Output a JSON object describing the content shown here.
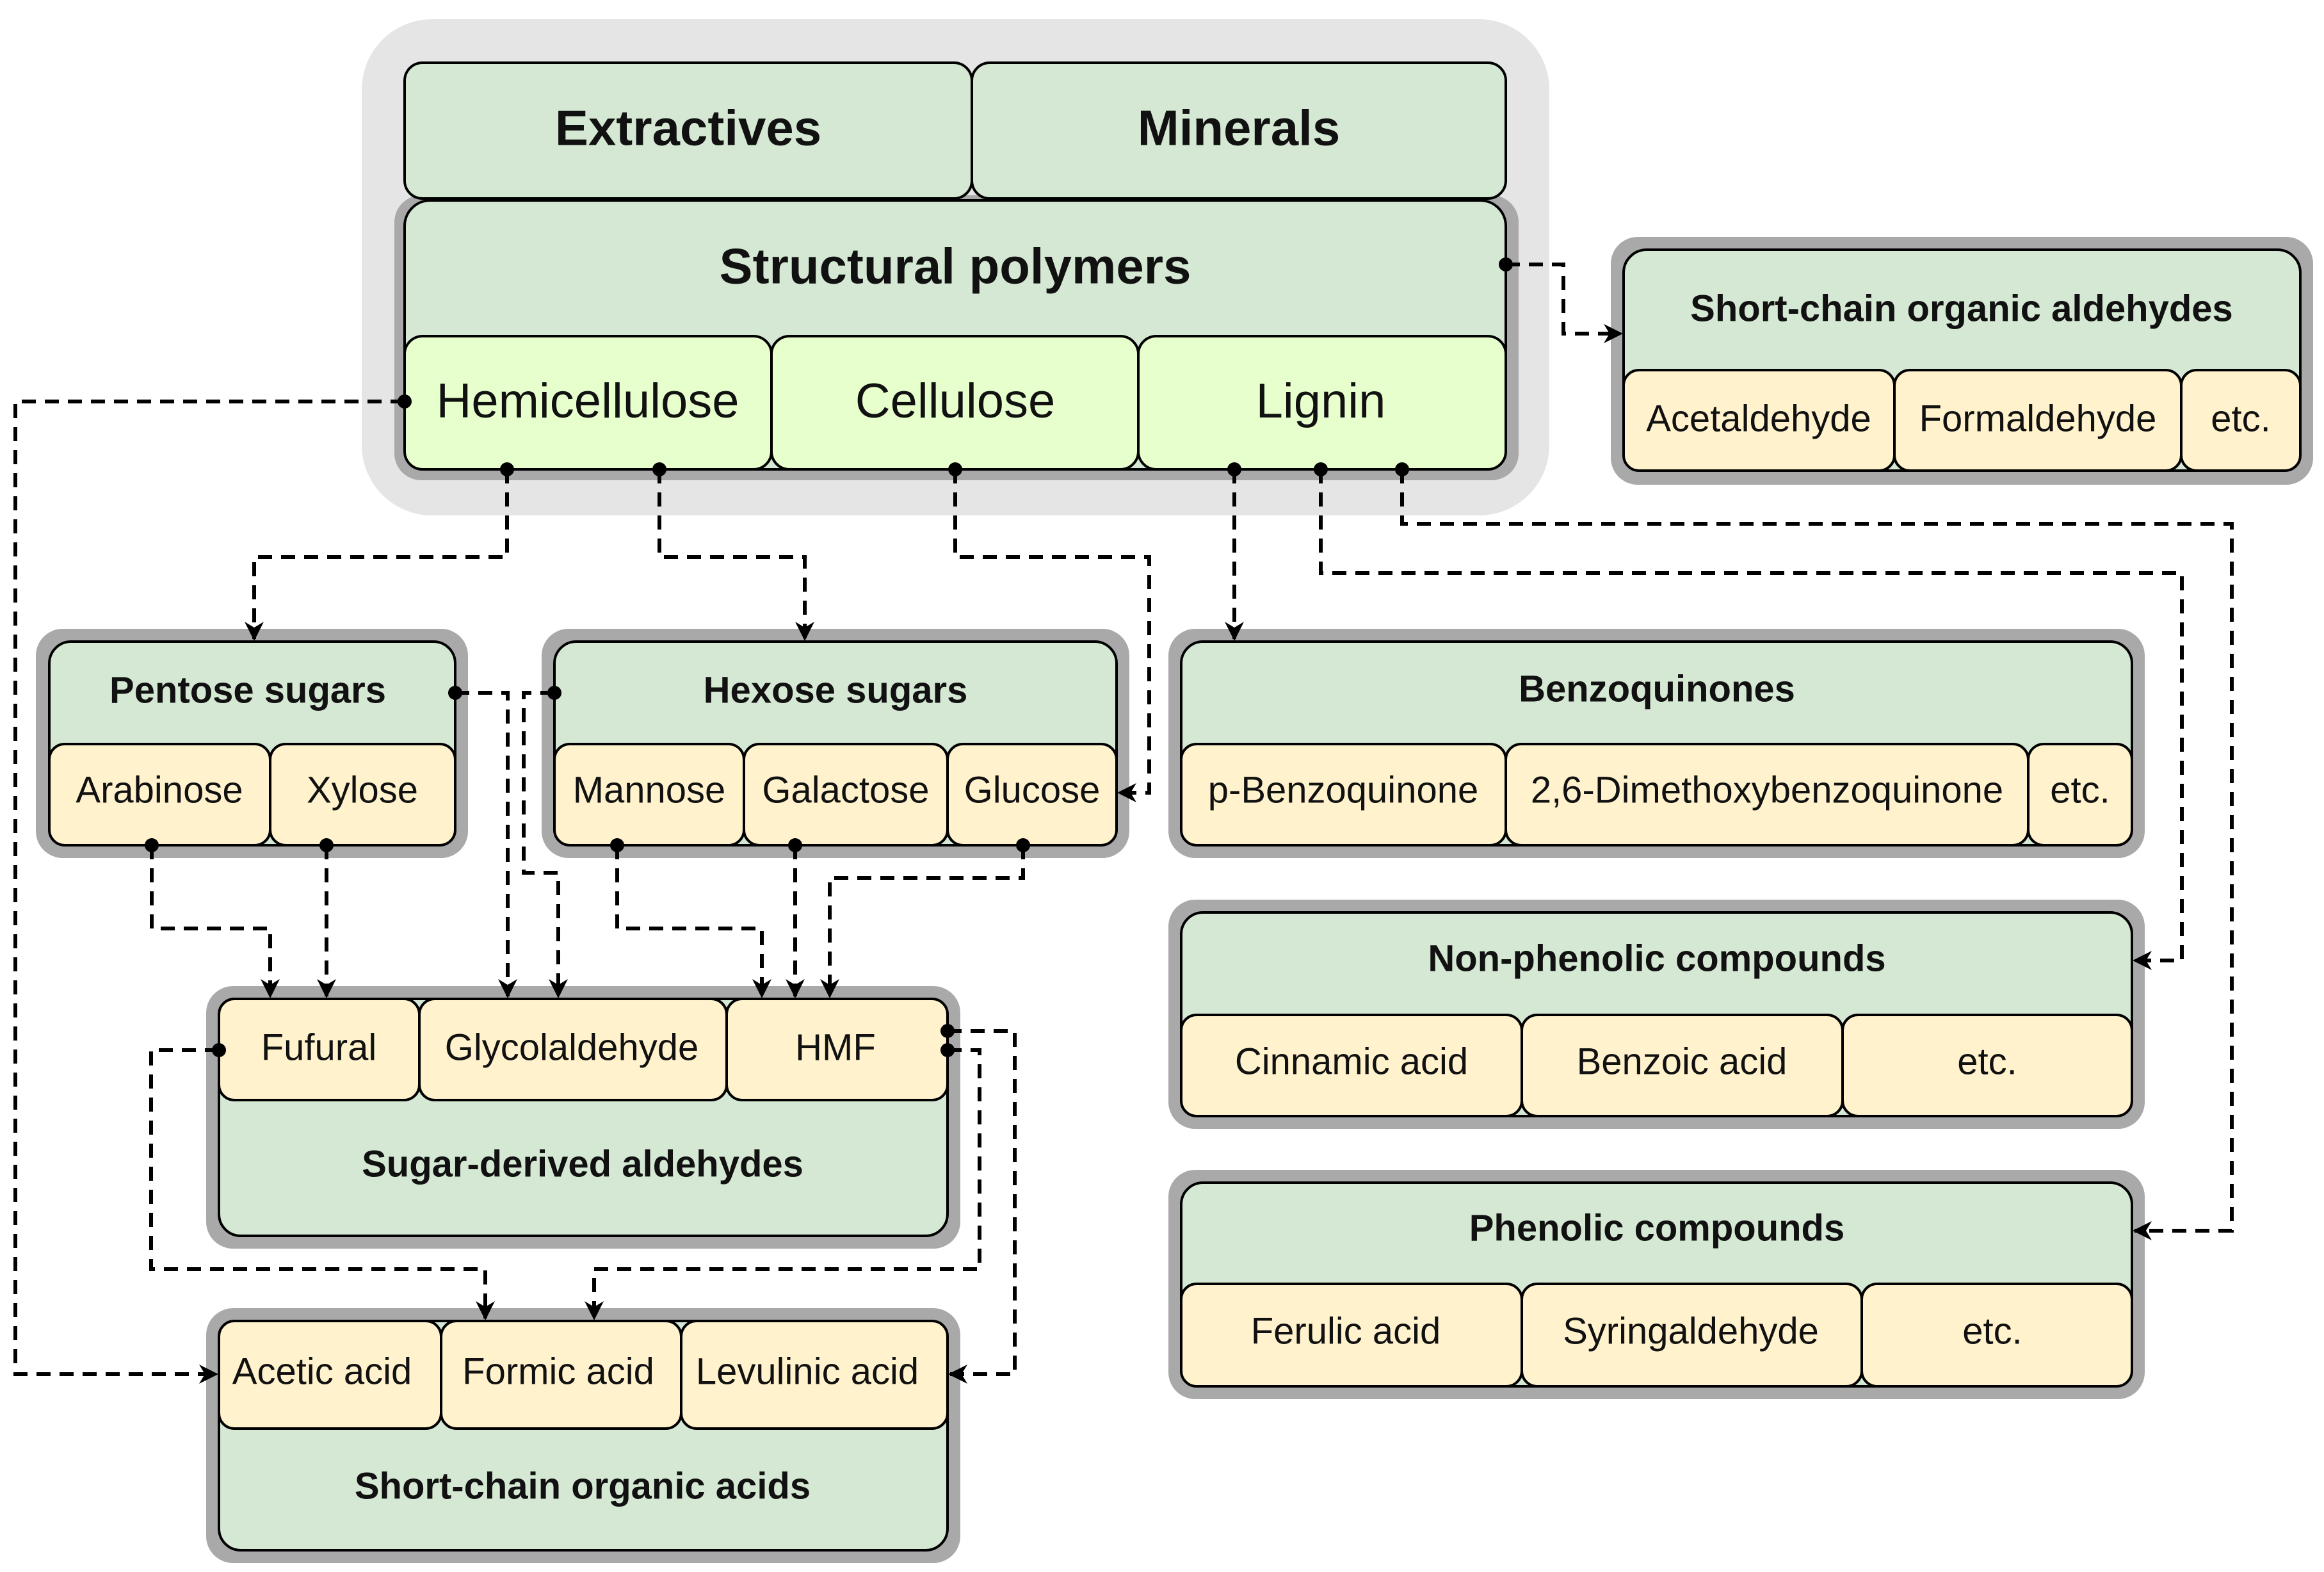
{
  "colors": {
    "group_outline": "#a9a9a9",
    "top_halo": "#e5e5e5",
    "header_fill": "#d5e8d4",
    "polymer_fill": "#e6ffcc",
    "compound_fill": "#fff2cc",
    "stroke": "#000000"
  },
  "top_group": {
    "extractives": "Extractives",
    "minerals": "Minerals",
    "structural_polymers": "Structural polymers",
    "hemicellulose": "Hemicellulose",
    "cellulose": "Cellulose",
    "lignin": "Lignin"
  },
  "short_chain_aldehydes": {
    "title": "Short-chain organic aldehydes",
    "items": [
      "Acetaldehyde",
      "Formaldehyde",
      "etc."
    ]
  },
  "pentose_sugars": {
    "title": "Pentose sugars",
    "items": [
      "Arabinose",
      "Xylose"
    ]
  },
  "hexose_sugars": {
    "title": "Hexose sugars",
    "items": [
      "Mannose",
      "Galactose",
      "Glucose"
    ]
  },
  "benzoquinones": {
    "title": "Benzoquinones",
    "items": [
      "p-Benzoquinone",
      "2,6-Dimethoxybenzoquinone",
      "etc."
    ]
  },
  "non_phenolic": {
    "title": "Non-phenolic compounds",
    "items": [
      "Cinnamic acid",
      "Benzoic acid",
      "etc."
    ]
  },
  "phenolic": {
    "title": "Phenolic compounds",
    "items": [
      "Ferulic acid",
      "Syringaldehyde",
      "etc."
    ]
  },
  "sugar_aldehydes": {
    "title": "Sugar-derived aldehydes",
    "items": [
      "Fufural",
      "Glycolaldehyde",
      "HMF"
    ]
  },
  "organic_acids": {
    "title": "Short-chain organic acids",
    "items": [
      "Acetic acid",
      "Formic acid",
      "Levulinic acid"
    ]
  }
}
